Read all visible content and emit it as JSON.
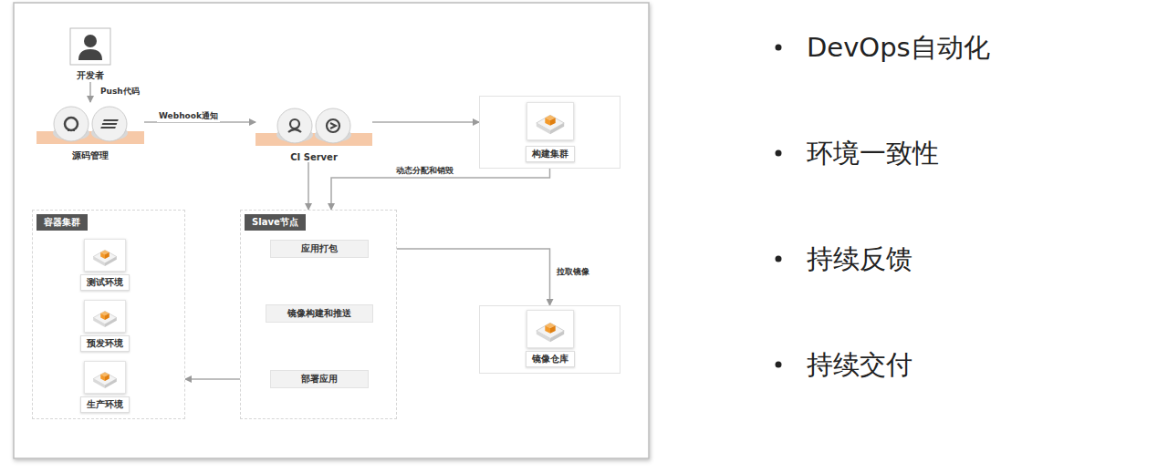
{
  "diagram": {
    "nodes": [
      {
        "text": [
          "开发者"
        ]
      },
      {
        "text": [
          "源码管理"
        ]
      },
      {
        "text": [
          "CI Server"
        ]
      },
      {
        "text": [
          "构建集群"
        ]
      },
      {
        "text": [
          "容器集群"
        ]
      },
      {
        "text": [
          "测试环境"
        ],
        "in": 4
      },
      {
        "text": [
          "预发环境"
        ],
        "in": 4
      },
      {
        "text": [
          "生产环境"
        ],
        "in": 4
      },
      {
        "text": [
          "Slave节点"
        ]
      },
      {
        "text": [
          "应用打包"
        ],
        "in": 8
      },
      {
        "text": [
          "镜像构建和推送"
        ],
        "in": 8
      },
      {
        "text": [
          "部署应用"
        ],
        "in": 8
      },
      {
        "text": [
          "镜像仓库"
        ]
      }
    ],
    "edges": [
      {
        "from": 0,
        "to": 1,
        "label": "Push代码",
        "arrow": "to"
      },
      {
        "from": 1,
        "to": 2,
        "label": "Webhook通知",
        "arrow": "to"
      },
      {
        "from": 2,
        "to": 3,
        "arrow": "to"
      },
      {
        "from": 2,
        "to": 8,
        "arrow": "to"
      },
      {
        "from": 3,
        "to": 8,
        "label": "动态分配和销毁",
        "arrow": "to"
      },
      {
        "from": 9,
        "to": 10,
        "arrow": "to"
      },
      {
        "from": 10,
        "to": 11,
        "arrow": "to"
      },
      {
        "from": 11,
        "to": 4,
        "arrow": "to"
      },
      {
        "from": 9,
        "to": 12,
        "label": "拉取镜像",
        "arrow": "to"
      }
    ],
    "labels": [
      "DevOps自动化",
      "环境一致性",
      "持续反馈",
      "持续交付"
    ]
  }
}
